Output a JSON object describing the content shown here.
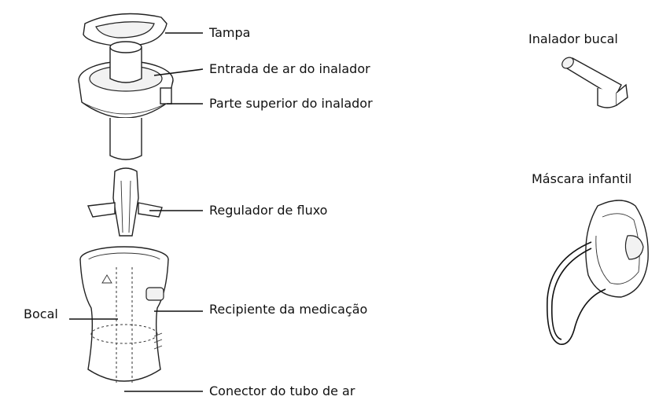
{
  "labels": {
    "tampa": "Tampa",
    "entrada_ar": "Entrada de ar do inalador",
    "parte_superior": "Parte superior do inalador",
    "regulador": "Regulador de fluxo",
    "recipiente": "Recipiente da medicação",
    "conector": "Conector do tubo de ar",
    "bocal": "Bocal",
    "inalador_bucal": "Inalador bucal",
    "mascara_infantil": "Máscara infantil"
  }
}
